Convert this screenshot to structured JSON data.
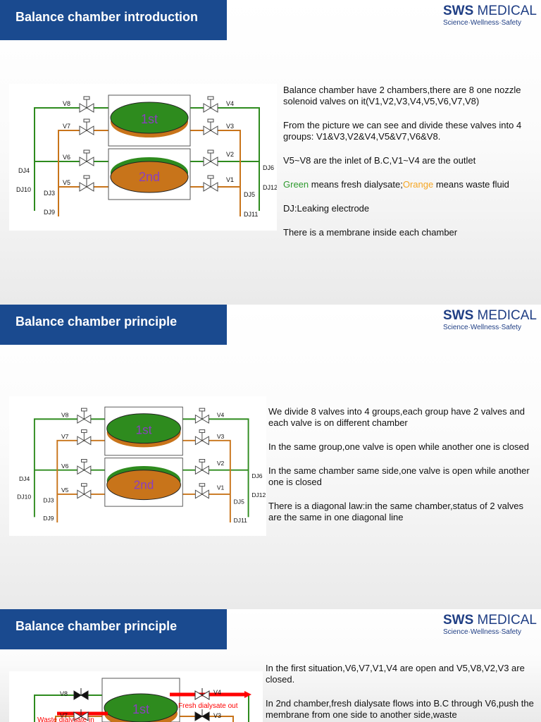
{
  "brand": {
    "name_bold": "SWS",
    "name_rest": " MEDICAL",
    "tagline": "Science·Wellness·Safety"
  },
  "slides": [
    {
      "title": "Balance chamber introduction",
      "paragraphs": [
        "Balance chamber have 2 chambers,there are 8 one nozzle solenoid valves on it(V1,V2,V3,V4,V5,V6,V7,V8)",
        "From the picture we can see and divide these valves into 4 groups: V1&V3,V2&V4,V5&V7,V6&V8.",
        "V5~V8 are the inlet of B.C,V1~V4 are the outlet"
      ],
      "legend": {
        "green": "Green",
        "mid1": " means fresh dialysate;",
        "orange": "Orange",
        "mid2": " means waste fluid"
      },
      "paragraphs2": [
        "DJ:Leaking electrode",
        "There is a membrane inside each chamber"
      ]
    },
    {
      "title": "Balance chamber principle",
      "paragraphs": [
        "We divide 8 valves into 4 groups,each group have 2 valves and each valve is on different chamber",
        "In the same group,one valve is open while another one is closed",
        "In the same chamber same side,one valve is open while another one is closed",
        "There is a diagonal law:in the same chamber,status of 2 valves are the same in one diagonal line"
      ]
    },
    {
      "title": "Balance chamber principle",
      "paragraphs": [
        "In the first situation,V6,V7,V1,V4 are open and V5,V8,V2,V3 are closed.",
        "In 2nd chamber,fresh dialysate flows into B.C through V6,push the membrane from one side to another side,waste"
      ],
      "annotations": {
        "fresh_out": "Fresh dialysate out",
        "waste_in": "Waste dialysate in"
      }
    }
  ],
  "diagram": {
    "chamber1": "1st",
    "chamber2": "2nd",
    "valves": {
      "v8": "V8",
      "v7": "V7",
      "v6": "V6",
      "v5": "V5",
      "v4": "V4",
      "v3": "V3",
      "v2": "V2",
      "v1": "V1"
    },
    "electrodes": {
      "dj4": "DJ4",
      "dj10": "DJ10",
      "dj3": "DJ3",
      "dj9": "DJ9",
      "dj6": "DJ6",
      "dj12": "DJ12",
      "dj5": "DJ5",
      "dj11": "DJ11"
    },
    "colors": {
      "fresh": "#2e8b1e",
      "waste": "#c8741a",
      "chamber1_label": "#8a3fbf",
      "chamber2_label": "#8a3fbf",
      "flow_arrow": "#ff0000"
    }
  }
}
